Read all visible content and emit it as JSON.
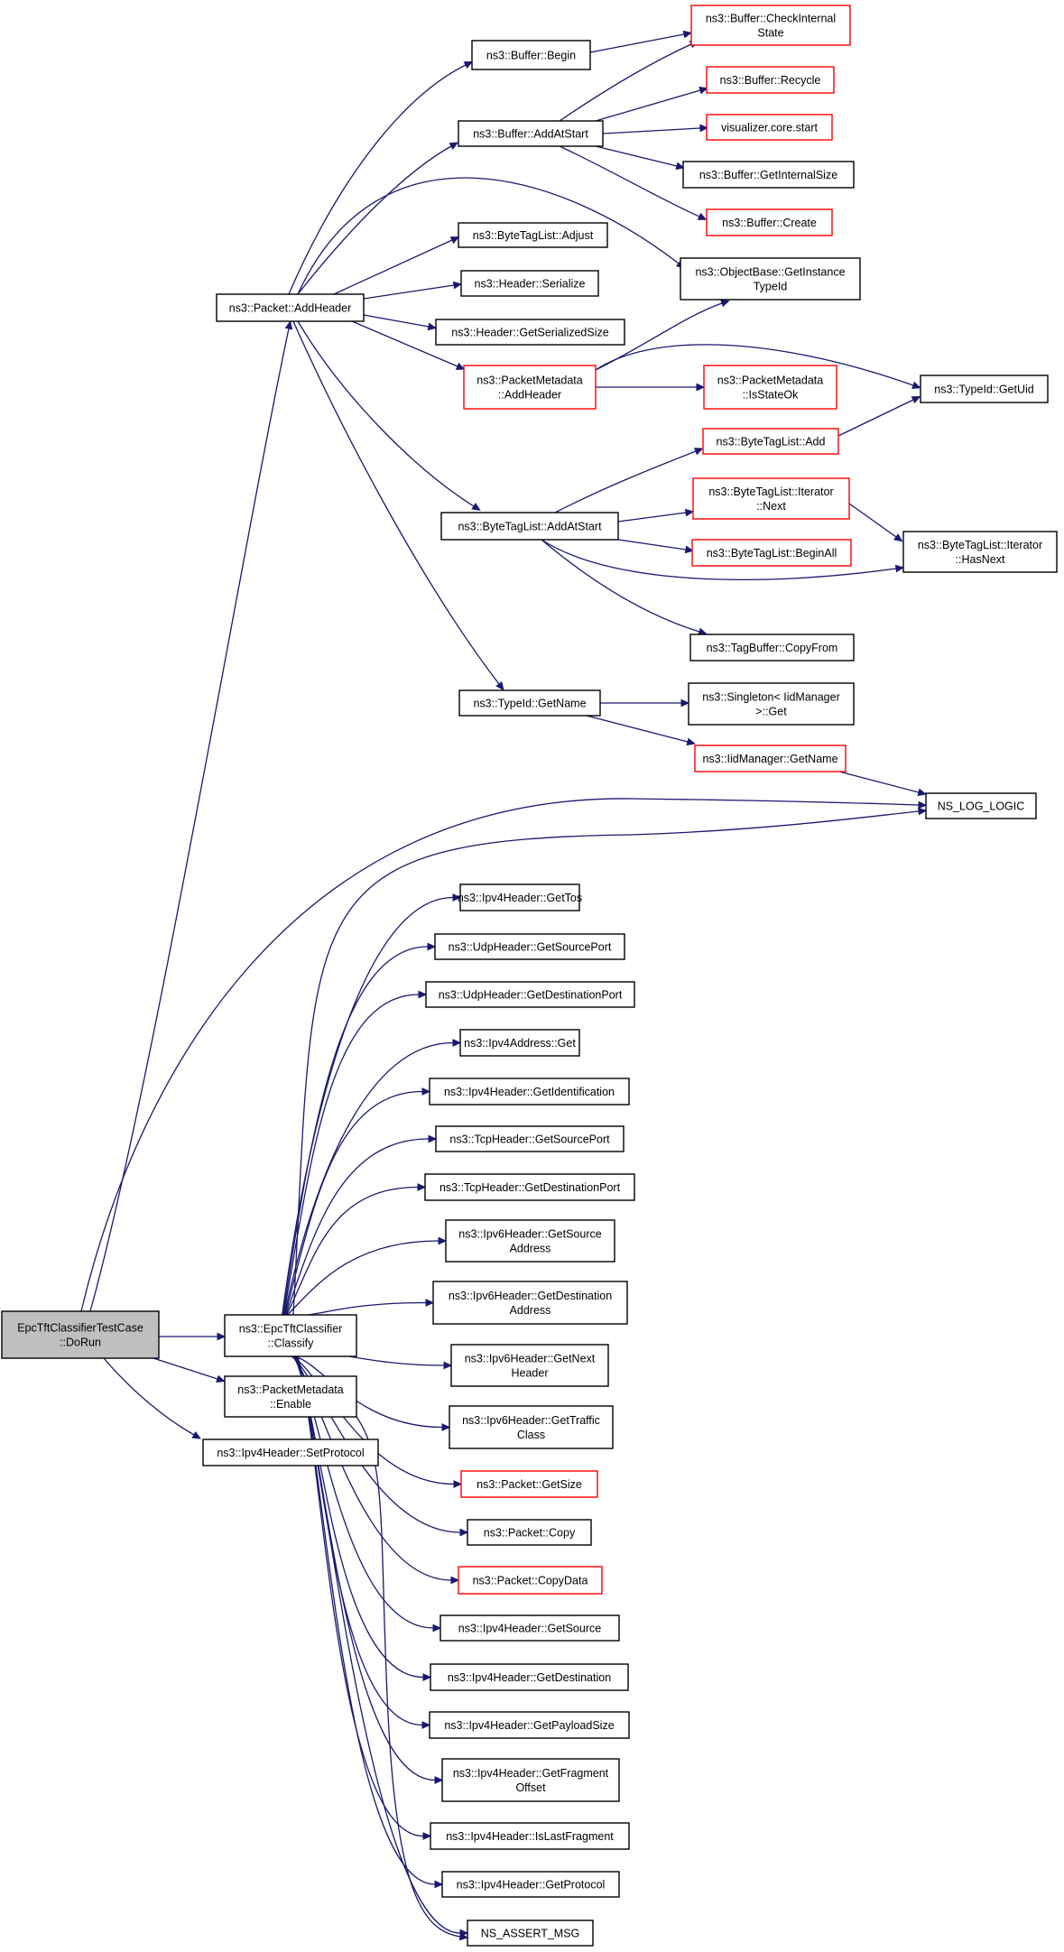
{
  "nodes": [
    {
      "id": "root",
      "label": "EpcTftClassifierTestCase\n::DoRun",
      "style": "root"
    },
    {
      "id": "addHeader",
      "label": "ns3::Packet::AddHeader",
      "style": "black"
    },
    {
      "id": "classify",
      "label": "ns3::EpcTftClassifier\n::Classify",
      "style": "black"
    },
    {
      "id": "pmEnable",
      "label": "ns3::PacketMetadata\n::Enable",
      "style": "black"
    },
    {
      "id": "setProto",
      "label": "ns3::Ipv4Header::SetProtocol",
      "style": "black"
    },
    {
      "id": "bufBegin",
      "label": "ns3::Buffer::Begin",
      "style": "black"
    },
    {
      "id": "bufAddAtStart",
      "label": "ns3::Buffer::AddAtStart",
      "style": "black"
    },
    {
      "id": "btlAdjust",
      "label": "ns3::ByteTagList::Adjust",
      "style": "black"
    },
    {
      "id": "hdrSerialize",
      "label": "ns3::Header::Serialize",
      "style": "black"
    },
    {
      "id": "hdrGetSize",
      "label": "ns3::Header::GetSerializedSize",
      "style": "black"
    },
    {
      "id": "pmAddHeader",
      "label": "ns3::PacketMetadata\n::AddHeader",
      "style": "red"
    },
    {
      "id": "btlAddAtStart",
      "label": "ns3::ByteTagList::AddAtStart",
      "style": "black"
    },
    {
      "id": "tidGetName",
      "label": "ns3::TypeId::GetName",
      "style": "black"
    },
    {
      "id": "bufCheck",
      "label": "ns3::Buffer::CheckInternal\nState",
      "style": "red"
    },
    {
      "id": "bufRecycle",
      "label": "ns3::Buffer::Recycle",
      "style": "red"
    },
    {
      "id": "vizStart",
      "label": "visualizer.core.start",
      "style": "red"
    },
    {
      "id": "bufGetSize",
      "label": "ns3::Buffer::GetInternalSize",
      "style": "black"
    },
    {
      "id": "bufCreate",
      "label": "ns3::Buffer::Create",
      "style": "red"
    },
    {
      "id": "obGetTid",
      "label": "ns3::ObjectBase::GetInstance\nTypeId",
      "style": "black"
    },
    {
      "id": "pmIsStateOk",
      "label": "ns3::PacketMetadata\n::IsStateOk",
      "style": "red"
    },
    {
      "id": "btlAdd",
      "label": "ns3::ByteTagList::Add",
      "style": "red"
    },
    {
      "id": "btlIterNext",
      "label": "ns3::ByteTagList::Iterator\n::Next",
      "style": "red"
    },
    {
      "id": "btlBeginAll",
      "label": "ns3::ByteTagList::BeginAll",
      "style": "red"
    },
    {
      "id": "tagBufCopy",
      "label": "ns3::TagBuffer::CopyFrom",
      "style": "black"
    },
    {
      "id": "singletonGet",
      "label": "ns3::Singleton< IidManager\n>::Get",
      "style": "black"
    },
    {
      "id": "iidGetName",
      "label": "ns3::IidManager::GetName",
      "style": "red"
    },
    {
      "id": "tidGetUid",
      "label": "ns3::TypeId::GetUid",
      "style": "black"
    },
    {
      "id": "btlIterHasNext",
      "label": "ns3::ByteTagList::Iterator\n::HasNext",
      "style": "black"
    },
    {
      "id": "nsLogLogic",
      "label": "NS_LOG_LOGIC",
      "style": "black"
    },
    {
      "id": "ipv4GetTos",
      "label": "ns3::Ipv4Header::GetTos",
      "style": "black"
    },
    {
      "id": "udpGetSrc",
      "label": "ns3::UdpHeader::GetSourcePort",
      "style": "black"
    },
    {
      "id": "udpGetDst",
      "label": "ns3::UdpHeader::GetDestinationPort",
      "style": "black"
    },
    {
      "id": "ipv4AddrGet",
      "label": "ns3::Ipv4Address::Get",
      "style": "black"
    },
    {
      "id": "ipv4GetIdent",
      "label": "ns3::Ipv4Header::GetIdentification",
      "style": "black"
    },
    {
      "id": "tcpGetSrc",
      "label": "ns3::TcpHeader::GetSourcePort",
      "style": "black"
    },
    {
      "id": "tcpGetDst",
      "label": "ns3::TcpHeader::GetDestinationPort",
      "style": "black"
    },
    {
      "id": "ipv6GetSrc",
      "label": "ns3::Ipv6Header::GetSource\nAddress",
      "style": "black"
    },
    {
      "id": "ipv6GetDst",
      "label": "ns3::Ipv6Header::GetDestination\nAddress",
      "style": "black"
    },
    {
      "id": "ipv6GetNext",
      "label": "ns3::Ipv6Header::GetNext\nHeader",
      "style": "black"
    },
    {
      "id": "ipv6GetTc",
      "label": "ns3::Ipv6Header::GetTraffic\nClass",
      "style": "black"
    },
    {
      "id": "pktGetSize",
      "label": "ns3::Packet::GetSize",
      "style": "red"
    },
    {
      "id": "pktCopy",
      "label": "ns3::Packet::Copy",
      "style": "black"
    },
    {
      "id": "pktCopyData",
      "label": "ns3::Packet::CopyData",
      "style": "red"
    },
    {
      "id": "ipv4GetSrc",
      "label": "ns3::Ipv4Header::GetSource",
      "style": "black"
    },
    {
      "id": "ipv4GetDst",
      "label": "ns3::Ipv4Header::GetDestination",
      "style": "black"
    },
    {
      "id": "ipv4GetPayload",
      "label": "ns3::Ipv4Header::GetPayloadSize",
      "style": "black"
    },
    {
      "id": "ipv4GetFrag",
      "label": "ns3::Ipv4Header::GetFragment\nOffset",
      "style": "black"
    },
    {
      "id": "ipv4IsLast",
      "label": "ns3::Ipv4Header::IsLastFragment",
      "style": "black"
    },
    {
      "id": "ipv4GetProto",
      "label": "ns3::Ipv4Header::GetProtocol",
      "style": "black"
    },
    {
      "id": "nsAssert",
      "label": "NS_ASSERT_MSG",
      "style": "black"
    }
  ],
  "edges": [
    [
      "root",
      "addHeader"
    ],
    [
      "root",
      "classify"
    ],
    [
      "root",
      "pmEnable"
    ],
    [
      "root",
      "setProto"
    ],
    [
      "root",
      "nsLogLogic"
    ],
    [
      "addHeader",
      "bufBegin"
    ],
    [
      "addHeader",
      "bufAddAtStart"
    ],
    [
      "addHeader",
      "obGetTid"
    ],
    [
      "addHeader",
      "btlAdjust"
    ],
    [
      "addHeader",
      "hdrSerialize"
    ],
    [
      "addHeader",
      "hdrGetSize"
    ],
    [
      "addHeader",
      "pmAddHeader"
    ],
    [
      "addHeader",
      "btlAddAtStart"
    ],
    [
      "addHeader",
      "tidGetName"
    ],
    [
      "bufBegin",
      "bufCheck"
    ],
    [
      "bufAddAtStart",
      "bufCheck"
    ],
    [
      "bufAddAtStart",
      "bufRecycle"
    ],
    [
      "bufAddAtStart",
      "vizStart"
    ],
    [
      "bufAddAtStart",
      "bufGetSize"
    ],
    [
      "bufAddAtStart",
      "bufCreate"
    ],
    [
      "pmAddHeader",
      "obGetTid"
    ],
    [
      "pmAddHeader",
      "tidGetUid"
    ],
    [
      "pmAddHeader",
      "pmIsStateOk"
    ],
    [
      "btlAddAtStart",
      "btlAdd"
    ],
    [
      "btlAddAtStart",
      "btlIterNext"
    ],
    [
      "btlAddAtStart",
      "btlBeginAll"
    ],
    [
      "btlAddAtStart",
      "btlIterHasNext"
    ],
    [
      "btlAddAtStart",
      "tagBufCopy"
    ],
    [
      "btlAdd",
      "tidGetUid"
    ],
    [
      "btlIterNext",
      "btlIterHasNext"
    ],
    [
      "tidGetName",
      "singletonGet"
    ],
    [
      "tidGetName",
      "iidGetName"
    ],
    [
      "iidGetName",
      "nsLogLogic"
    ],
    [
      "classify",
      "nsLogLogic"
    ],
    [
      "classify",
      "ipv4GetTos"
    ],
    [
      "classify",
      "udpGetSrc"
    ],
    [
      "classify",
      "udpGetDst"
    ],
    [
      "classify",
      "ipv4AddrGet"
    ],
    [
      "classify",
      "ipv4GetIdent"
    ],
    [
      "classify",
      "tcpGetSrc"
    ],
    [
      "classify",
      "tcpGetDst"
    ],
    [
      "classify",
      "ipv6GetSrc"
    ],
    [
      "classify",
      "ipv6GetDst"
    ],
    [
      "classify",
      "ipv6GetNext"
    ],
    [
      "classify",
      "ipv6GetTc"
    ],
    [
      "classify",
      "pktGetSize"
    ],
    [
      "classify",
      "pktCopy"
    ],
    [
      "classify",
      "pktCopyData"
    ],
    [
      "classify",
      "ipv4GetSrc"
    ],
    [
      "classify",
      "ipv4GetDst"
    ],
    [
      "classify",
      "ipv4GetPayload"
    ],
    [
      "classify",
      "ipv4GetFrag"
    ],
    [
      "classify",
      "ipv4IsLast"
    ],
    [
      "classify",
      "ipv4GetProto"
    ],
    [
      "classify",
      "nsAssert"
    ],
    [
      "pmEnable",
      "nsAssert"
    ]
  ]
}
